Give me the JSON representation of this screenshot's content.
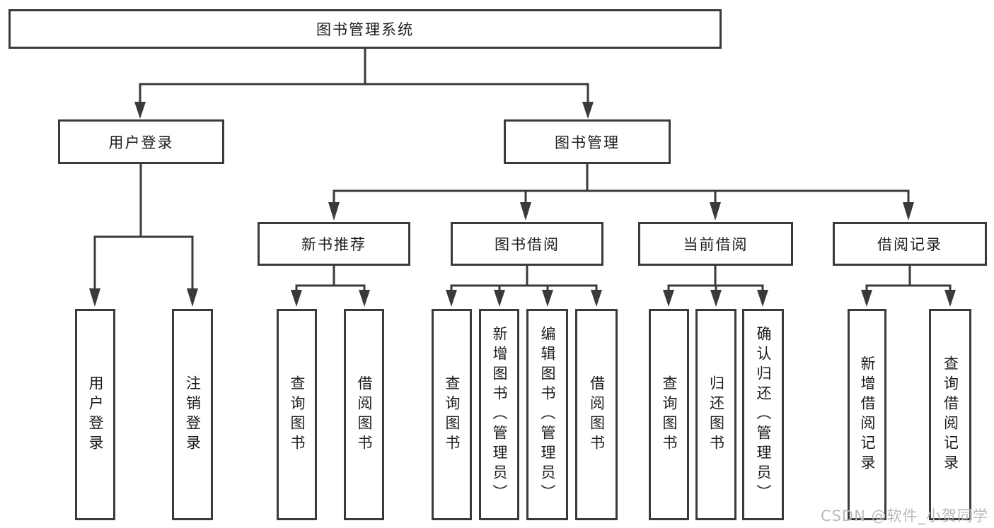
{
  "diagram": {
    "root": {
      "label": "图书管理系统"
    },
    "level2": [
      {
        "label": "用户登录"
      },
      {
        "label": "图书管理"
      }
    ],
    "level3": [
      {
        "label": "新书推荐"
      },
      {
        "label": "图书借阅"
      },
      {
        "label": "当前借阅"
      },
      {
        "label": "借阅记录"
      }
    ],
    "leaves": {
      "user_login": [
        "用户登录",
        "注销登录"
      ],
      "new_book": [
        "查询图书",
        "借阅图书"
      ],
      "book_borrow": [
        "查询图书",
        "新增图书（管理员）",
        "编辑图书（管理员）",
        "借阅图书"
      ],
      "current_borrow": [
        "查询图书",
        "归还图书",
        "确认归还（管理员）"
      ],
      "borrow_history": [
        "新增借阅记录",
        "查询借阅记录"
      ]
    }
  },
  "watermark": "CSDN @软件_小贺同学",
  "colors": {
    "line": "#3a3a3a",
    "text": "#1c1c1c",
    "watermark": "#b9b9b9",
    "background": "#ffffff"
  }
}
